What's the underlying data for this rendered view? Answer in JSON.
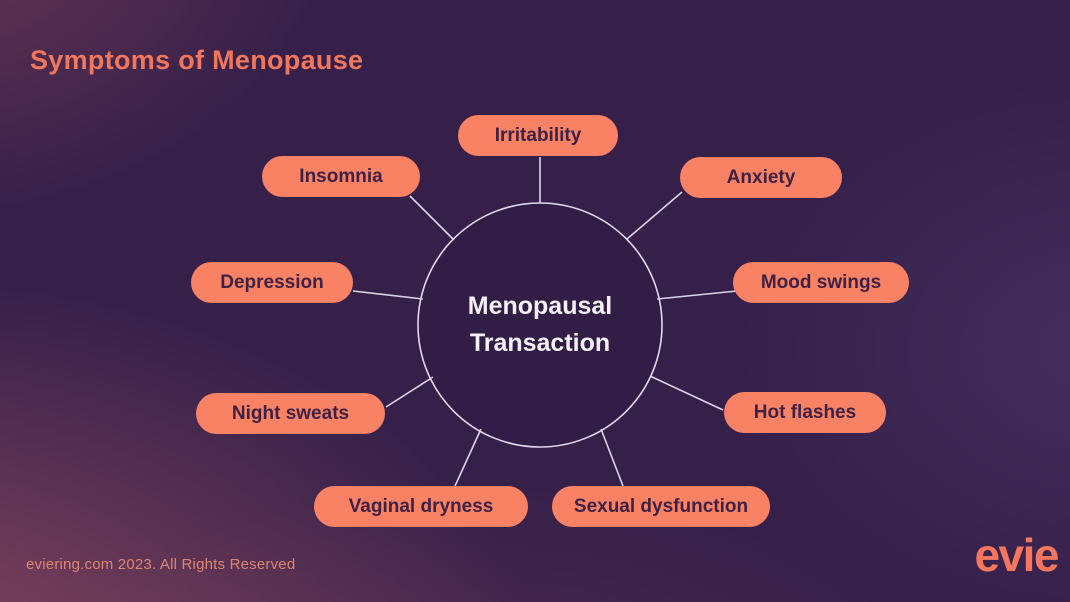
{
  "title": "Symptoms of Menopause",
  "footer": "eviering.com 2023. All Rights Reserved",
  "logo_text": "evie",
  "colors": {
    "background": "#36204A",
    "pill": "#F98264",
    "pill_text": "#3E2145",
    "connector_line": "#DCD4E6",
    "title_text": "#F0765C",
    "center_text": "#F5F1F8"
  },
  "diagram": {
    "center": {
      "line1": "Menopausal",
      "line2": "Transaction"
    },
    "nodes": [
      {
        "label": "Irritability"
      },
      {
        "label": "Insomnia"
      },
      {
        "label": "Anxiety"
      },
      {
        "label": "Depression"
      },
      {
        "label": "Mood swings"
      },
      {
        "label": "Night sweats"
      },
      {
        "label": "Hot flashes"
      },
      {
        "label": "Vaginal dryness"
      },
      {
        "label": "Sexual dysfunction"
      }
    ]
  }
}
